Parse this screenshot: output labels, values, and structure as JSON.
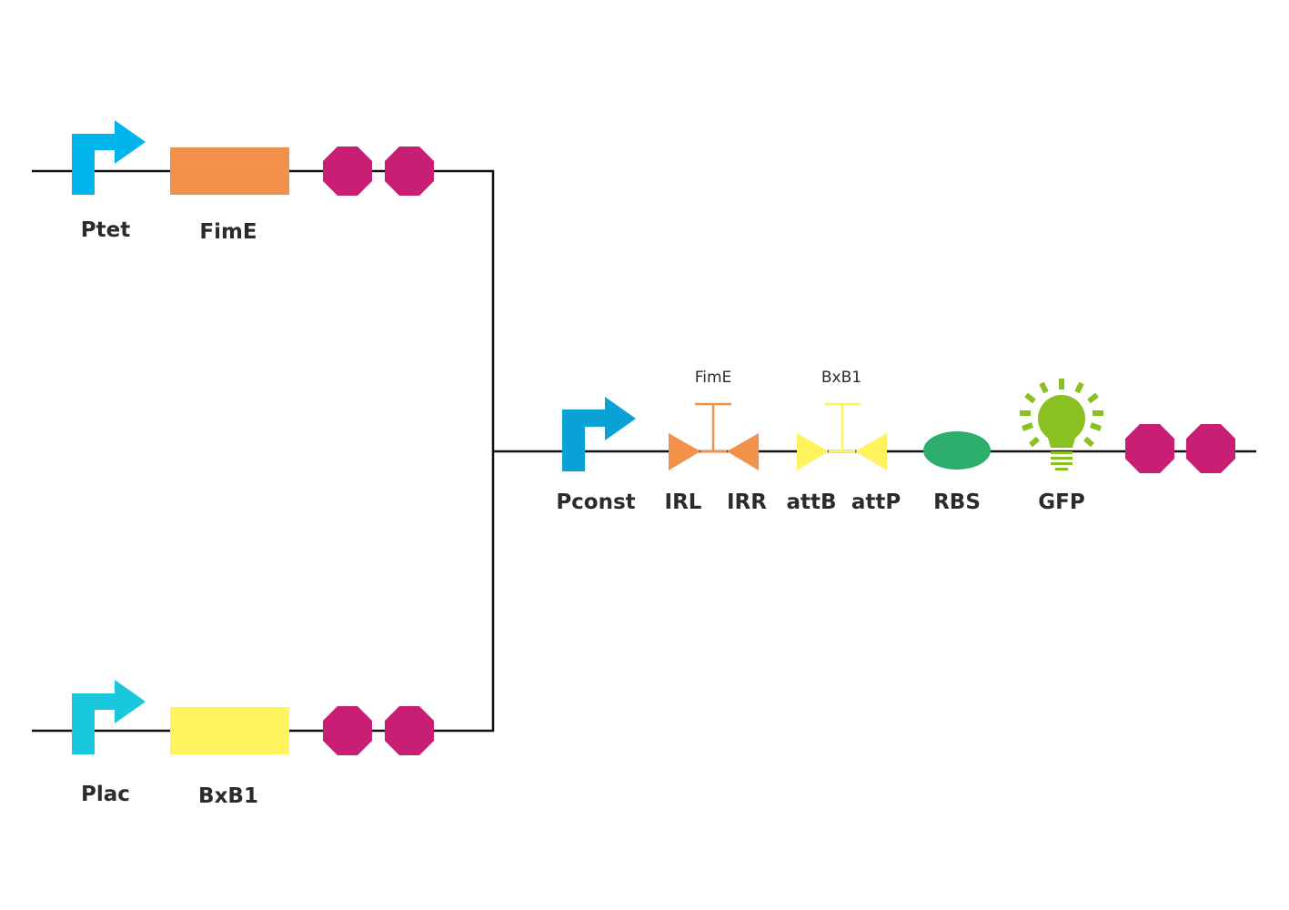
{
  "colors": {
    "line": "#111111",
    "promoter_top": "#00b4ec",
    "promoter_bottom": "#19c8dc",
    "promoter_main": "#0aa1d6",
    "fime": "#f2914a",
    "bxb1": "#fff45e",
    "terminator": "#c81f74",
    "irl_irr": "#f2914a",
    "att_sites": "#fff45e",
    "rbs": "#2eae6c",
    "gfp": "#8ac022"
  },
  "top_circuit": {
    "promoter_label": "Ptet",
    "gene_label": "FimE"
  },
  "bottom_circuit": {
    "promoter_label": "Plac",
    "gene_label": "BxB1"
  },
  "main_circuit": {
    "promoter_label": "Pconst",
    "irl_label": "IRL",
    "irr_label": "IRR",
    "fime_recombinase_label": "FimE",
    "attb_label": "attB",
    "attp_label": "attP",
    "bxb1_recombinase_label": "BxB1",
    "rbs_label": "RBS",
    "reporter_label": "GFP"
  }
}
